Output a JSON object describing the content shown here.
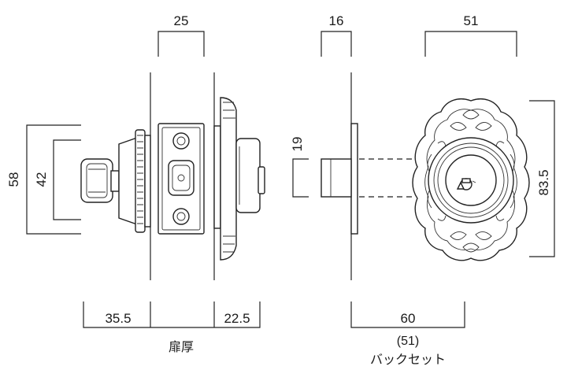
{
  "dimensions": {
    "top_left_width": "25",
    "top_mid_width": "16",
    "top_right_width": "51",
    "left_outer_height": "58",
    "left_inner_height": "42",
    "mid_height": "19",
    "right_height": "83.5",
    "bottom_left": "35.5",
    "bottom_right_left_view": "22.5",
    "bottom_backset": "60",
    "bottom_backset_alt": "(51)"
  },
  "labels": {
    "door_thickness": "扉厚",
    "backset": "バックセット"
  },
  "colors": {
    "line": "#222222",
    "background": "#ffffff"
  }
}
